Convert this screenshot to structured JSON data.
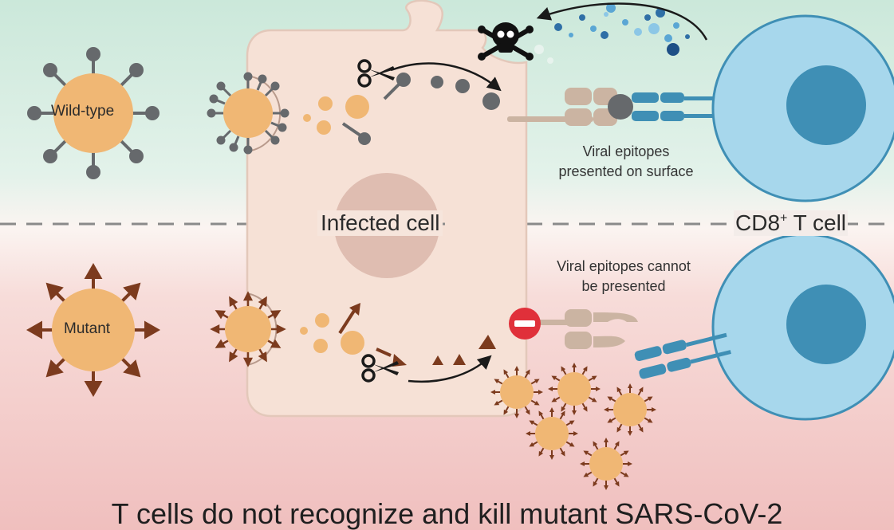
{
  "labels": {
    "wild_type": "Wild-type",
    "mutant": "Mutant",
    "infected_cell": "Infected cell",
    "cd8_prefix": "CD8",
    "cd8_sup": "+",
    "cd8_suffix": " T cell",
    "epitopes_presented_line1": "Viral epitopes",
    "epitopes_presented_line2": "presented on surface",
    "epitopes_not_presented_line1": "Viral epitopes cannot",
    "epitopes_not_presented_line2": "be presented",
    "caption": "T cells do not recognize and kill mutant SARS-CoV-2"
  },
  "colors": {
    "top_background": "#cfe9dc",
    "bottom_background": "#f2c4c3",
    "cell_body": "#f6e1d6",
    "nucleus": "#dfc0b4",
    "virus": "#f0b774",
    "wild_spike": "#66696c",
    "mutant_spike": "#7c3b1e",
    "t_cell": "#9fd0e8",
    "t_cell_nucleus": "#3f8fb5",
    "receptor": "#3f8fb5",
    "mhc": "#cbb4a2",
    "blocked_sign": "#e0303a"
  },
  "icons": [
    "scissors-icon",
    "skull-crossbones-icon",
    "no-entry-icon"
  ]
}
